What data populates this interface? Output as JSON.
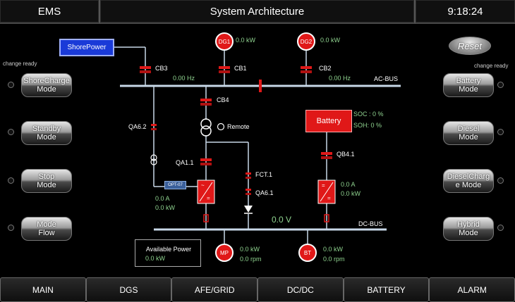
{
  "header": {
    "app_name": "EMS",
    "title": "System Architecture",
    "time": "9:18:24"
  },
  "left_panel": {
    "status_label": "change ready",
    "modes": [
      {
        "line1": "ShoreCharge",
        "line2": "Mode"
      },
      {
        "line1": "Standby",
        "line2": "Mode"
      },
      {
        "line1": "Stop",
        "line2": "Mode"
      },
      {
        "line1": "Mode",
        "line2": "Flow"
      }
    ]
  },
  "right_panel": {
    "reset_label": "Reset",
    "status_label": "change ready",
    "modes": [
      {
        "line1": "Battery",
        "line2": "Mode"
      },
      {
        "line1": "Diesel",
        "line2": "Mode"
      },
      {
        "line1": "DieselCharg",
        "line2": "e Mode"
      },
      {
        "line1": "Hybrid",
        "line2": "Mode"
      }
    ]
  },
  "diagram": {
    "shore_power": "ShorePower",
    "dg1": {
      "label": "DG1",
      "power": "0.0 kW"
    },
    "dg2": {
      "label": "DG2",
      "power": "0.0 kW"
    },
    "cb3": "CB3",
    "cb1": "CB1",
    "cb2": "CB2",
    "cb4": "CB4",
    "freq_left": "0.00 Hz",
    "freq_right": "0.00 Hz",
    "ac_bus": "AC-BUS",
    "remote": "Remote",
    "qa62": "QA6.2",
    "qa11": "QA1.1",
    "fct1": "FCT.1",
    "qa61": "QA6.1",
    "qb41": "QB4.1",
    "opt07": "OPT-07",
    "conv1_current": "0.0 A",
    "conv1_power": "0.0 kW",
    "battery": {
      "label": "Battery",
      "soc": "SOC : 0 %",
      "soh": "SOH: 0 %"
    },
    "conv2_current": "0.0 A",
    "conv2_power": "0.0 kW",
    "dc_voltage": "0.0 V",
    "dc_bus": "DC-BUS",
    "mp": {
      "label": "MP",
      "power": "0.0 kW",
      "speed": "0.0 rpm"
    },
    "bt": {
      "label": "BT",
      "power": "0.0 kW",
      "speed": "0.0 rpm"
    },
    "available_power_title": "Available Power",
    "available_power_value": "0.0 kW"
  },
  "footer": {
    "tabs": [
      "MAIN",
      "DGS",
      "AFE/GRID",
      "DC/DC",
      "BATTERY",
      "ALARM"
    ]
  },
  "colors": {
    "bus": "#c8d8e8",
    "breaker": "#e01818",
    "value_green": "#8fd38f",
    "shore_blue": "#1a3ad8"
  }
}
